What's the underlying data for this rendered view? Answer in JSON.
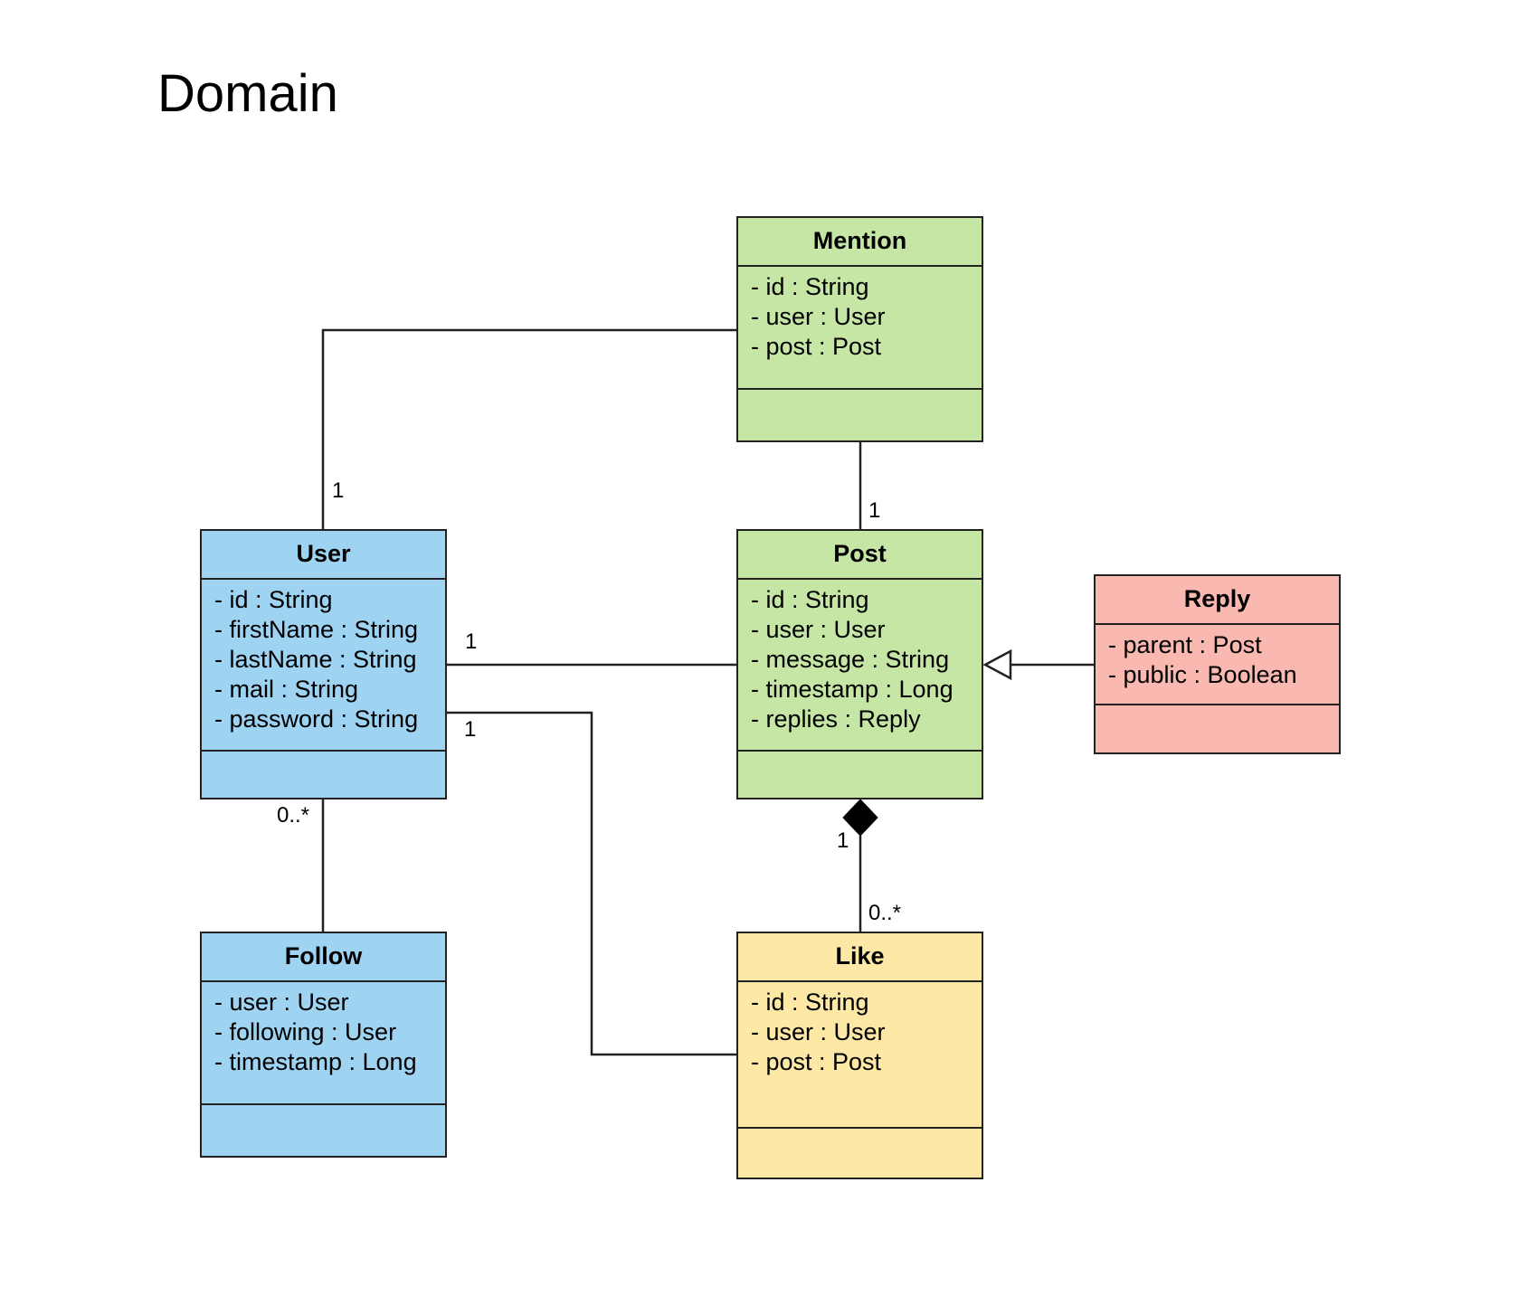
{
  "page": {
    "title": "Domain"
  },
  "colors": {
    "user_classes": "#9ed3f2",
    "post_classes": "#c6e6a6",
    "like_class": "#fde9a5",
    "reply_class": "#f9b8b0",
    "lines": "#222222"
  },
  "classes": {
    "mention": {
      "name": "Mention",
      "attributes": [
        "- id : String",
        "- user : User",
        "- post : Post"
      ]
    },
    "user": {
      "name": "User",
      "attributes": [
        "- id : String",
        "- firstName : String",
        "- lastName : String",
        "- mail : String",
        "- password : String"
      ]
    },
    "post": {
      "name": "Post",
      "attributes": [
        "- id : String",
        "- user : User",
        "- message : String",
        "- timestamp : Long",
        "- replies : Reply"
      ]
    },
    "reply": {
      "name": "Reply",
      "attributes": [
        "- parent : Post",
        "- public : Boolean"
      ]
    },
    "follow": {
      "name": "Follow",
      "attributes": [
        "- user : User",
        "- following : User",
        "- timestamp : Long"
      ]
    },
    "like": {
      "name": "Like",
      "attributes": [
        "- id : String",
        "- user : User",
        "- post : Post"
      ]
    }
  },
  "relations": {
    "mention_user": {
      "user_multiplicity": "1"
    },
    "mention_post": {
      "post_multiplicity": "1"
    },
    "user_post": {
      "user_multiplicity": "1"
    },
    "user_like": {
      "user_multiplicity": "1"
    },
    "user_follow": {
      "user_multiplicity": "0..*"
    },
    "post_like": {
      "kind": "composition",
      "post_multiplicity": "1",
      "like_multiplicity": "0..*"
    },
    "reply_post": {
      "kind": "generalization"
    }
  }
}
